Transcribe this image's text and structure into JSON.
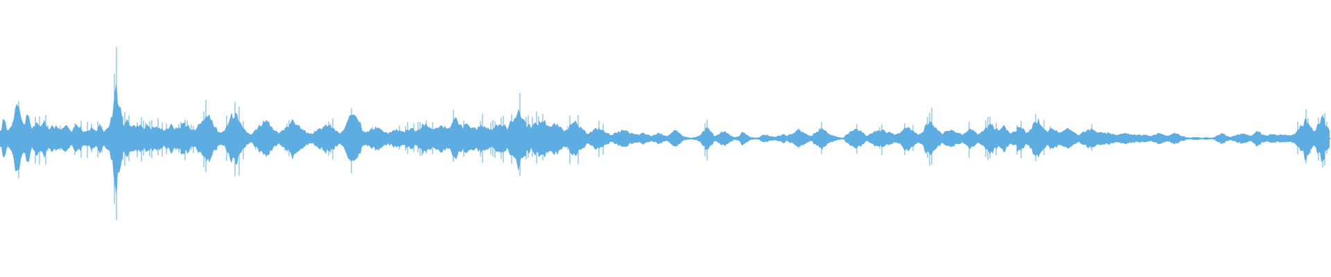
{
  "waveform": {
    "color": "#5DADE2",
    "background": "#FFFFFF",
    "amplitude_envelope": [
      0.1,
      0.3,
      0.12,
      0.22,
      0.55,
      0.42,
      0.18,
      0.38,
      0.16,
      0.22,
      0.18,
      0.28,
      0.14,
      0.2,
      0.16,
      0.14,
      0.2,
      0.18,
      0.12,
      0.22,
      0.16,
      0.1,
      0.14,
      0.16,
      0.12,
      0.2,
      0.1,
      0.16,
      0.3,
      0.8,
      0.48,
      0.22,
      0.25,
      0.2,
      0.18,
      0.22,
      0.17,
      0.2,
      0.16,
      0.18,
      0.15,
      0.14,
      0.16,
      0.2,
      0.15,
      0.18,
      0.24,
      0.2,
      0.12,
      0.16,
      0.22,
      0.3,
      0.34,
      0.28,
      0.16,
      0.08,
      0.1,
      0.22,
      0.34,
      0.4,
      0.3,
      0.18,
      0.08,
      0.06,
      0.14,
      0.2,
      0.26,
      0.24,
      0.16,
      0.1,
      0.08,
      0.14,
      0.2,
      0.26,
      0.24,
      0.18,
      0.12,
      0.08,
      0.08,
      0.1,
      0.14,
      0.18,
      0.2,
      0.18,
      0.12,
      0.08,
      0.12,
      0.24,
      0.38,
      0.4,
      0.26,
      0.12,
      0.1,
      0.14,
      0.18,
      0.16,
      0.1,
      0.08,
      0.1,
      0.14,
      0.12,
      0.1,
      0.14,
      0.16,
      0.12,
      0.14,
      0.22,
      0.18,
      0.16,
      0.14,
      0.2,
      0.18,
      0.14,
      0.22,
      0.3,
      0.2,
      0.18,
      0.22,
      0.16,
      0.14,
      0.18,
      0.2,
      0.16,
      0.14,
      0.18,
      0.22,
      0.2,
      0.16,
      0.26,
      0.36,
      0.4,
      0.3,
      0.2,
      0.18,
      0.22,
      0.24,
      0.28,
      0.22,
      0.18,
      0.22,
      0.18,
      0.12,
      0.16,
      0.2,
      0.24,
      0.18,
      0.12,
      0.08,
      0.1,
      0.14,
      0.16,
      0.12,
      0.08,
      0.06,
      0.08,
      0.1,
      0.12,
      0.1,
      0.08,
      0.06,
      0.06,
      0.08,
      0.06,
      0.04,
      0.06,
      0.08,
      0.06,
      0.04,
      0.08,
      0.12,
      0.08,
      0.04,
      0.02,
      0.01,
      0.02,
      0.04,
      0.1,
      0.16,
      0.1,
      0.04,
      0.06,
      0.12,
      0.08,
      0.04,
      0.02,
      0.04,
      0.1,
      0.06,
      0.02,
      0.01,
      0.02,
      0.06,
      0.05,
      0.04,
      0.02,
      0.04,
      0.06,
      0.04,
      0.06,
      0.1,
      0.14,
      0.1,
      0.06,
      0.04,
      0.08,
      0.12,
      0.14,
      0.1,
      0.06,
      0.04,
      0.02,
      0.01,
      0.06,
      0.12,
      0.16,
      0.14,
      0.08,
      0.04,
      0.08,
      0.1,
      0.12,
      0.14,
      0.1,
      0.08,
      0.06,
      0.08,
      0.14,
      0.18,
      0.16,
      0.1,
      0.06,
      0.1,
      0.22,
      0.26,
      0.18,
      0.1,
      0.08,
      0.1,
      0.12,
      0.1,
      0.08,
      0.06,
      0.1,
      0.16,
      0.1,
      0.06,
      0.1,
      0.18,
      0.22,
      0.16,
      0.12,
      0.2,
      0.14,
      0.08,
      0.1,
      0.18,
      0.14,
      0.08,
      0.14,
      0.24,
      0.28,
      0.18,
      0.1,
      0.18,
      0.14,
      0.08,
      0.12,
      0.16,
      0.12,
      0.08,
      0.06,
      0.1,
      0.12,
      0.14,
      0.12,
      0.1,
      0.08,
      0.08,
      0.08,
      0.06,
      0.06,
      0.08,
      0.08,
      0.06,
      0.06,
      0.06,
      0.05,
      0.06,
      0.04,
      0.06,
      0.08,
      0.06,
      0.04,
      0.06,
      0.08,
      0.06,
      0.04,
      0.02,
      0.01,
      0.02,
      0.02,
      0.01,
      0.02,
      0.01,
      0.02,
      0.06,
      0.08,
      0.04,
      0.02,
      0.04,
      0.06,
      0.08,
      0.06,
      0.04,
      0.08,
      0.12,
      0.06,
      0.04,
      0.06,
      0.06,
      0.05,
      0.06,
      0.06,
      0.04,
      0.06,
      0.14,
      0.2,
      0.28,
      0.18,
      0.1,
      0.2,
      0.3,
      0.22,
      0.1
    ]
  }
}
